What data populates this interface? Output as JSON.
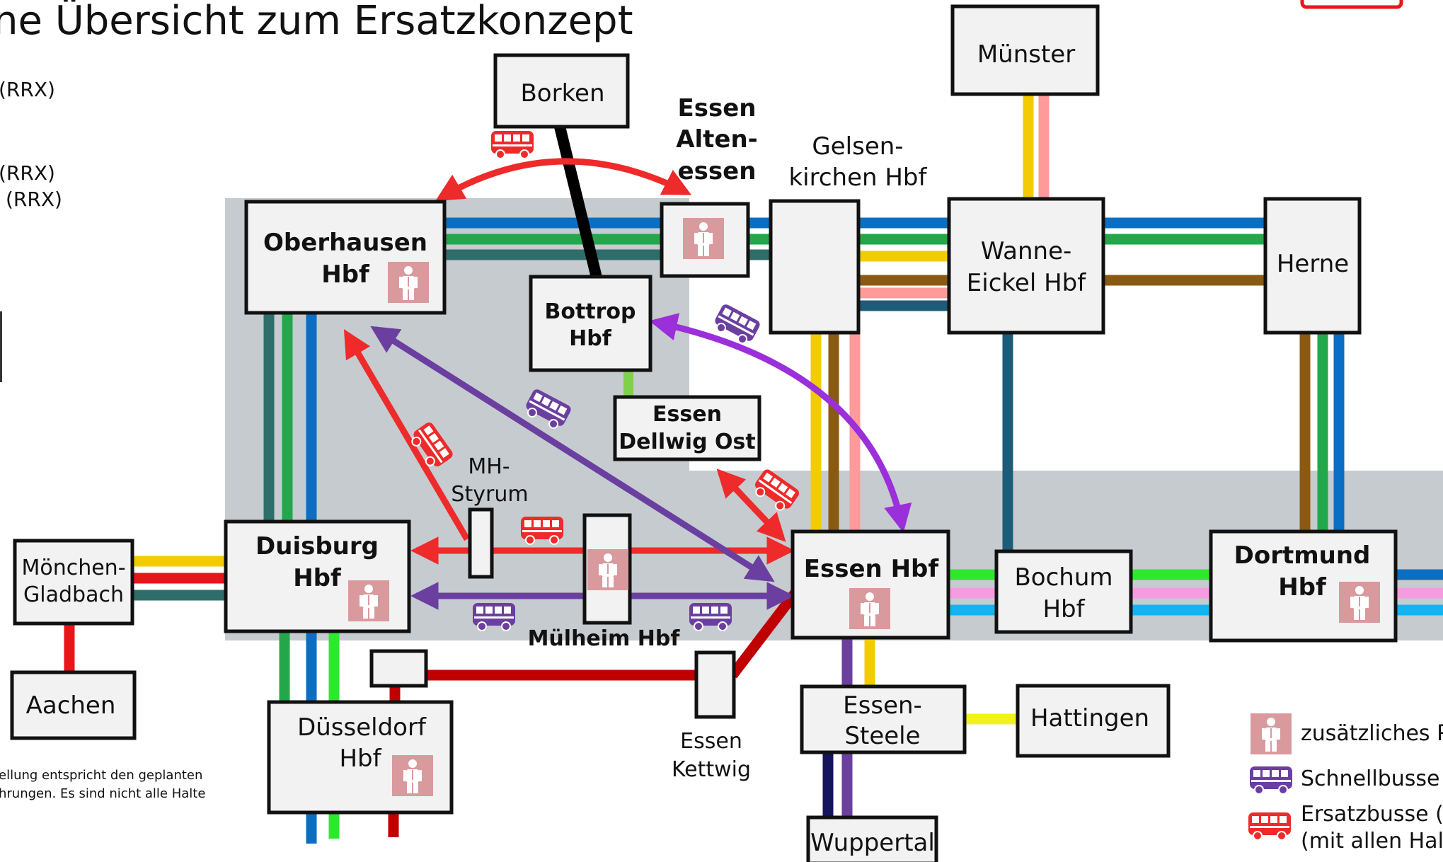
{
  "title": "ne Übersicht zum Ersatzkonzept",
  "left_fragments": [
    "(RRX)",
    "(RRX)",
    "(RRX)"
  ],
  "footnote": {
    "line1": "ellung entspricht den geplanten",
    "line2": "hrungen. Es sind nicht alle Halte"
  },
  "stations": {
    "muenster": "Münster",
    "borken": "Borken",
    "essen_altenessen": [
      "Essen",
      "Alten-",
      "essen"
    ],
    "gelsenkirchen": [
      "Gelsen-",
      "kirchen Hbf"
    ],
    "wanne_eickel": [
      "Wanne-",
      "Eickel Hbf"
    ],
    "herne": "Herne",
    "oberhausen": [
      "Oberhausen",
      "Hbf"
    ],
    "bottrop": [
      "Bottrop",
      "Hbf"
    ],
    "essen_dellwig_ost": [
      "Essen",
      "Dellwig Ost"
    ],
    "mh_styrum": [
      "MH-",
      "Styrum"
    ],
    "moenchengladbach": [
      "Mönchen-",
      "Gladbach"
    ],
    "duisburg": [
      "Duisburg",
      "Hbf"
    ],
    "muelheim": "Mülheim Hbf",
    "essen_hbf": "Essen Hbf",
    "bochum": [
      "Bochum",
      "Hbf"
    ],
    "dortmund": [
      "Dortmund",
      "Hbf"
    ],
    "aachen": "Aachen",
    "duesseldorf": [
      "Düsseldorf",
      "Hbf"
    ],
    "essen_kettwig": [
      "Essen",
      "Kettwig"
    ],
    "essen_steele": [
      "Essen-",
      "Steele"
    ],
    "hattingen": "Hattingen",
    "wuppertal": "Wuppertal"
  },
  "legend": {
    "staff": "zusätzliches P",
    "express_bus": "Schnellbusse (",
    "replacement_bus_1": "Ersatzbusse (S",
    "replacement_bus_2": "(mit allen Halte"
  },
  "colors": {
    "replacement_bus": "#ee2a2a",
    "express_bus": "#6b3fa0",
    "staff_icon": "#d99a9d",
    "closure_zone": "#c6cbd0",
    "line_blue": "#0a6fc2",
    "line_green": "#22a84a",
    "line_teal": "#2e6e6a",
    "line_yellow": "#f2cc00",
    "line_brown": "#8a5a12",
    "line_salmon": "#ff9a9a",
    "line_petrol": "#1d5c78",
    "line_bright_green": "#2ee82e",
    "line_pink": "#f59ce0",
    "line_cyan": "#12b4f0",
    "line_red": "#e8151b",
    "line_dark_red": "#c00000",
    "line_navy": "#15155e",
    "line_violet": "#6b3f9e",
    "line_black": "#000000"
  },
  "icons": {
    "staff": "staff-person-icon",
    "express_bus": "express-bus-icon",
    "replacement_bus": "replacement-bus-icon"
  }
}
